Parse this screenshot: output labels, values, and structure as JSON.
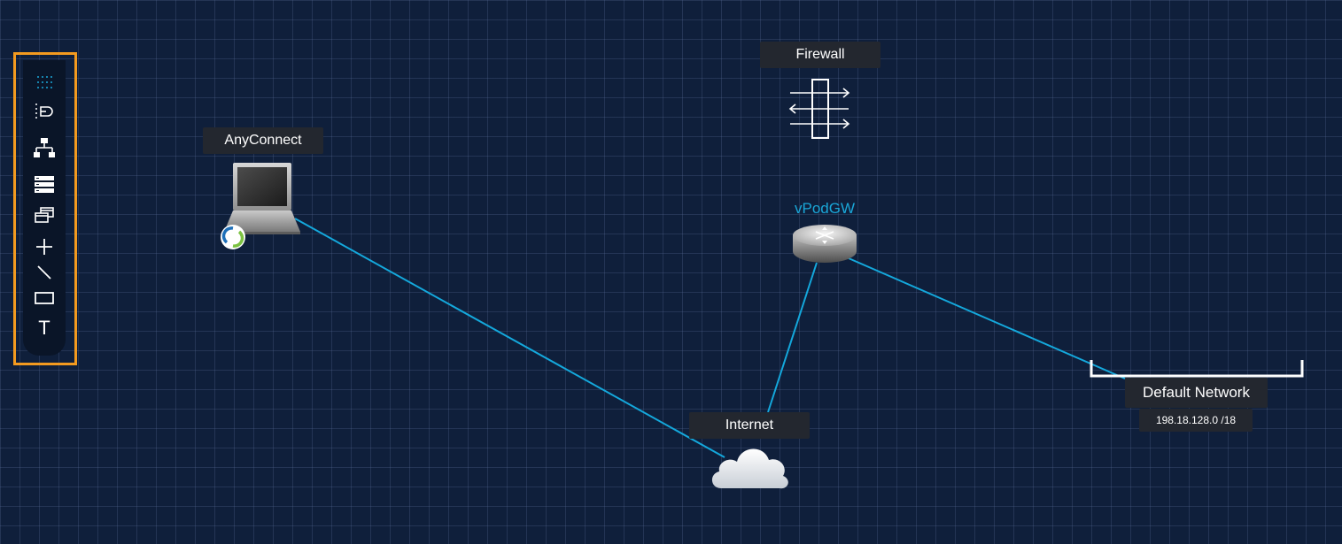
{
  "toolbar": {
    "tools": [
      {
        "name": "grid-dots-icon",
        "color": "#1aa7d8"
      },
      {
        "name": "select-node-icon",
        "color": "#ffffff"
      },
      {
        "name": "topology-icon",
        "color": "#ffffff"
      },
      {
        "name": "server-stack-icon",
        "color": "#ffffff"
      },
      {
        "name": "windows-icon",
        "color": "#ffffff"
      },
      {
        "name": "plus-icon",
        "color": "#ffffff"
      },
      {
        "name": "line-tool-icon",
        "color": "#ffffff"
      },
      {
        "name": "rectangle-tool-icon",
        "color": "#ffffff"
      },
      {
        "name": "text-tool-icon",
        "color": "#ffffff"
      }
    ],
    "text_tool_glyph": "T",
    "highlight_color": "#f39a1f"
  },
  "nodes": {
    "firewall": {
      "label": "Firewall"
    },
    "anyconnect": {
      "label": "AnyConnect"
    },
    "vpodgw": {
      "label": "vPodGW",
      "label_color": "#1aa7d8"
    },
    "internet": {
      "label": "Internet"
    },
    "default_network": {
      "label": "Default Network",
      "subnet": "198.18.128.0 /18"
    }
  },
  "colors": {
    "background": "#0f1f3b",
    "link": "#14a8dc",
    "label_bg": "#23272f"
  }
}
